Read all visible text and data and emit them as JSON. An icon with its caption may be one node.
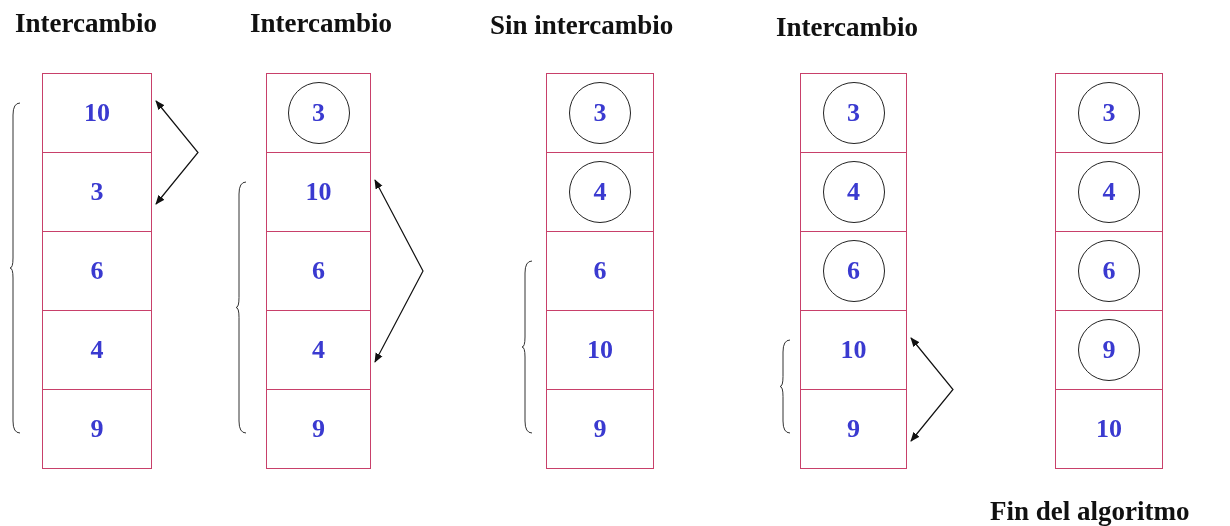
{
  "diagram": {
    "nodes": [
      {
        "text": [
          "10"
        ]
      },
      {
        "text": [
          "3"
        ]
      },
      {
        "text": [
          "6"
        ]
      },
      {
        "text": [
          "4"
        ]
      },
      {
        "text": [
          "9"
        ]
      },
      {
        "text": [],
        "shape": "box"
      },
      {
        "text": [
          "3"
        ],
        "in": 5
      },
      {
        "text": [
          "10"
        ]
      },
      {
        "text": [
          "6"
        ]
      },
      {
        "text": [
          "4"
        ]
      },
      {
        "text": [
          "9"
        ]
      },
      {
        "text": [],
        "shape": "box"
      },
      {
        "text": [
          "3"
        ],
        "in": 11
      },
      {
        "text": [],
        "shape": "box"
      },
      {
        "text": [
          "4"
        ],
        "in": 13
      },
      {
        "text": [
          "6"
        ]
      },
      {
        "text": [
          "10"
        ]
      },
      {
        "text": [
          "9"
        ]
      },
      {
        "text": [],
        "shape": "box"
      },
      {
        "text": [
          "3"
        ],
        "in": 18
      },
      {
        "text": [],
        "shape": "box"
      },
      {
        "text": [
          "4"
        ],
        "in": 20
      },
      {
        "text": [],
        "shape": "box"
      },
      {
        "text": [
          "6"
        ],
        "in": 22
      },
      {
        "text": [
          "10"
        ]
      },
      {
        "text": [
          "9"
        ]
      },
      {
        "text": [],
        "shape": "box"
      },
      {
        "text": [
          "3"
        ],
        "in": 26
      },
      {
        "text": [],
        "shape": "box"
      },
      {
        "text": [
          "4"
        ],
        "in": 28
      },
      {
        "text": [],
        "shape": "box"
      },
      {
        "text": [
          "6"
        ],
        "in": 30
      },
      {
        "text": [],
        "shape": "box"
      },
      {
        "text": [
          "9"
        ],
        "in": 32
      },
      {
        "text": [
          "10"
        ]
      }
    ],
    "edges": [
      {
        "from": 0,
        "to": 1,
        "arrow": "both"
      },
      {
        "from": 7,
        "to": 9,
        "arrow": "both"
      },
      {
        "from": 24,
        "to": 25,
        "arrow": "both"
      }
    ],
    "labels": [
      "Intercambio",
      "Intercambio",
      "Sin intercambio",
      "Intercambio",
      "Fin del algoritmo"
    ]
  }
}
